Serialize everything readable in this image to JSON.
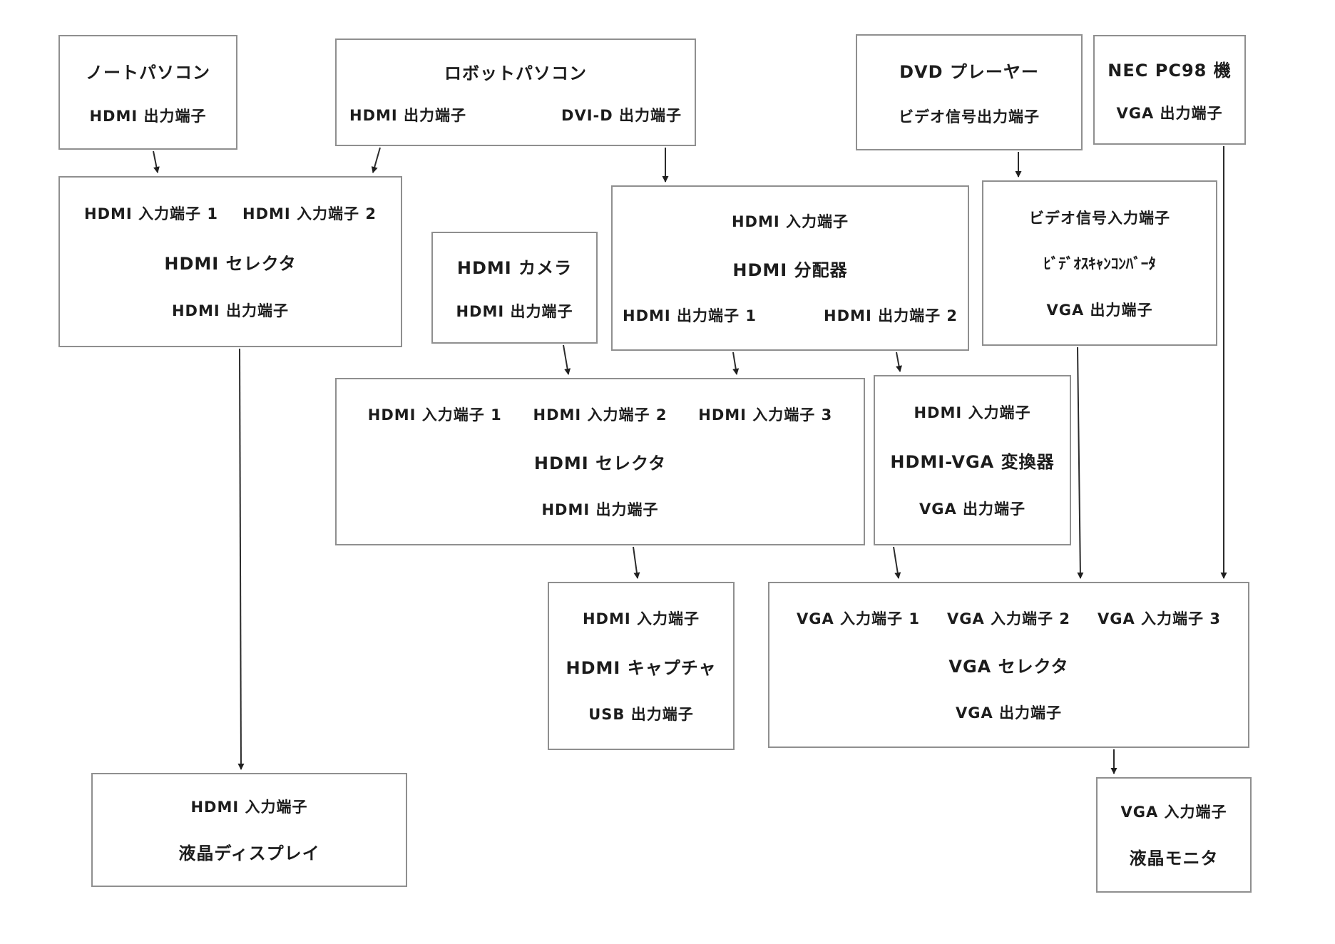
{
  "diagram": {
    "type": "flowchart",
    "title": "AV signal routing diagram (HDMI / DVI-D / Video / VGA sources to LCD displays)",
    "colors": {
      "background": "#ffffff",
      "box_border": "#8f8f8f",
      "text": "#1c1c1c",
      "line": "#2b2b2b"
    },
    "nodes": {
      "laptop": {
        "rows": [
          [
            "ノートパソコン"
          ],
          [
            "HDMI 出力端子"
          ]
        ]
      },
      "robot_pc": {
        "rows": [
          [
            "ロボットパソコン"
          ],
          [
            "HDMI 出力端子",
            "DVI-D 出力端子"
          ]
        ]
      },
      "dvd_player": {
        "rows": [
          [
            "DVD プレーヤー"
          ],
          [
            "ビデオ信号出力端子"
          ]
        ]
      },
      "nec_pc98": {
        "rows": [
          [
            "NEC PC98 機"
          ],
          [
            "VGA 出力端子"
          ]
        ]
      },
      "hdmi_selector_2in": {
        "rows": [
          [
            "HDMI 入力端子 1",
            "HDMI 入力端子 2"
          ],
          [
            "HDMI セレクタ"
          ],
          [
            "HDMI 出力端子"
          ]
        ]
      },
      "hdmi_camera": {
        "rows": [
          [
            "HDMI カメラ"
          ],
          [
            "HDMI 出力端子"
          ]
        ]
      },
      "hdmi_splitter": {
        "rows": [
          [
            "HDMI 入力端子"
          ],
          [
            "HDMI 分配器"
          ],
          [
            "HDMI 出力端子 1",
            "HDMI 出力端子 2"
          ]
        ]
      },
      "video_scan_converter": {
        "rows": [
          [
            "ビデオ信号入力端子"
          ],
          [
            "ﾋﾞﾃﾞｵｽｷｬﾝｺﾝﾊﾞｰﾀ"
          ],
          [
            "VGA 出力端子"
          ]
        ]
      },
      "hdmi_selector_3in": {
        "rows": [
          [
            "HDMI 入力端子 1",
            "HDMI 入力端子 2",
            "HDMI 入力端子 3"
          ],
          [
            "HDMI セレクタ"
          ],
          [
            "HDMI 出力端子"
          ]
        ]
      },
      "hdmi_vga_converter": {
        "rows": [
          [
            "HDMI 入力端子"
          ],
          [
            "HDMI-VGA 変換器"
          ],
          [
            "VGA 出力端子"
          ]
        ]
      },
      "hdmi_capture": {
        "rows": [
          [
            "HDMI 入力端子"
          ],
          [
            "HDMI キャプチャ"
          ],
          [
            "USB 出力端子"
          ]
        ]
      },
      "vga_selector": {
        "rows": [
          [
            "VGA 入力端子 1",
            "VGA 入力端子 2",
            "VGA 入力端子 3"
          ],
          [
            "VGA セレクタ"
          ],
          [
            "VGA 出力端子"
          ]
        ]
      },
      "lcd_display": {
        "rows": [
          [
            "HDMI 入力端子"
          ],
          [
            "液晶ディスプレイ"
          ]
        ]
      },
      "lcd_monitor": {
        "rows": [
          [
            "VGA 入力端子"
          ],
          [
            "液晶モニタ"
          ]
        ]
      }
    },
    "connections": [
      {
        "from": "ノートパソコン HDMI 出力端子",
        "to": "HDMI セレクタ(2系統) HDMI 入力端子 1"
      },
      {
        "from": "ロボットパソコン HDMI 出力端子",
        "to": "HDMI セレクタ(2系統) HDMI 入力端子 2"
      },
      {
        "from": "ロボットパソコン DVI-D 出力端子",
        "to": "HDMI 分配器 HDMI 入力端子"
      },
      {
        "from": "DVD プレーヤー ビデオ信号出力端子",
        "to": "ビデオスキャンコンバータ ビデオ信号入力端子"
      },
      {
        "from": "NEC PC98 機 VGA 出力端子",
        "to": "VGA セレクタ VGA 入力端子 3"
      },
      {
        "from": "HDMI カメラ HDMI 出力端子",
        "to": "HDMI セレクタ(3系統) HDMI 入力端子 2"
      },
      {
        "from": "HDMI 分配器 HDMI 出力端子 1",
        "to": "HDMI セレクタ(3系統) HDMI 入力端子 3"
      },
      {
        "from": "HDMI 分配器 HDMI 出力端子 2",
        "to": "HDMI-VGA 変換器 HDMI 入力端子"
      },
      {
        "from": "HDMI セレクタ(2系統) HDMI 出力端子",
        "to": "液晶ディスプレイ HDMI 入力端子"
      },
      {
        "from": "HDMI セレクタ(3系統) HDMI 出力端子",
        "to": "HDMI キャプチャ HDMI 入力端子"
      },
      {
        "from": "HDMI-VGA 変換器 VGA 出力端子",
        "to": "VGA セレクタ VGA 入力端子 1"
      },
      {
        "from": "ビデオスキャンコンバータ VGA 出力端子",
        "to": "VGA セレクタ VGA 入力端子 2"
      },
      {
        "from": "VGA セレクタ VGA 出力端子",
        "to": "液晶モニタ VGA 入力端子"
      }
    ]
  }
}
